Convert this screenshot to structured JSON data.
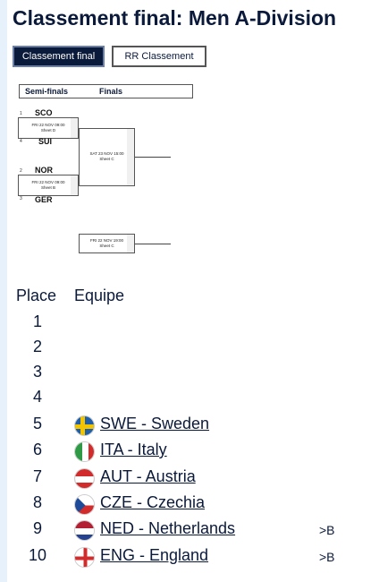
{
  "title": "Classement final: Men A-Division",
  "tabs": [
    {
      "label": "Classement final",
      "active": true
    },
    {
      "label": "RR Classement",
      "active": false
    }
  ],
  "bracket": {
    "header": {
      "semi": "Semi-finals",
      "finals": "Finals"
    },
    "sf1": {
      "seed_top": "1",
      "team_top": "SCO",
      "seed_bottom": "4",
      "team_bottom": "SUI",
      "line1": "FRI 22 NOV 09:00",
      "line2": "Sheet D"
    },
    "sf2": {
      "seed_top": "2",
      "team_top": "NOR",
      "seed_bottom": "3",
      "team_bottom": "GER",
      "line1": "FRI 22 NOV 09:00",
      "line2": "Sheet B"
    },
    "final": {
      "line1": "SAT 23 NOV 15:00",
      "line2": "Sheet C"
    },
    "bronze": {
      "line1": "FRI 22 NOV 19:00",
      "line2": "Sheet C"
    }
  },
  "standings": {
    "place_label": "Place",
    "team_label": "Equipe",
    "rows": [
      {
        "place": "1",
        "team": "",
        "note": ""
      },
      {
        "place": "2",
        "team": "",
        "note": ""
      },
      {
        "place": "3",
        "team": "",
        "note": ""
      },
      {
        "place": "4",
        "team": "",
        "note": ""
      },
      {
        "place": "5",
        "team": "SWE - Sweden",
        "note": "",
        "flag": "sweden-flag-icon"
      },
      {
        "place": "6",
        "team": "ITA - Italy",
        "note": "",
        "flag": "italy-flag-icon"
      },
      {
        "place": "7",
        "team": "AUT - Austria",
        "note": "",
        "flag": "austria-flag-icon"
      },
      {
        "place": "8",
        "team": "CZE - Czechia",
        "note": "",
        "flag": "czechia-flag-icon"
      },
      {
        "place": "9",
        "team": "NED - Netherlands",
        "note": ">B",
        "flag": "netherlands-flag-icon"
      },
      {
        "place": "10",
        "team": "ENG - England",
        "note": ">B",
        "flag": "england-flag-icon"
      }
    ]
  },
  "colors": {
    "title": "#0b1a3a",
    "tab_active_bg": "#0a1a3a",
    "sweden_blue": "#1f5fa8",
    "sweden_yellow": "#f2c500",
    "italy_green": "#2e9a45",
    "italy_red": "#d12b2b",
    "austria_red": "#d12b2b",
    "czech_blue": "#1e4a9a",
    "czech_red": "#d12b2b",
    "ned_red": "#b32034",
    "ned_blue": "#24428f",
    "eng_red": "#d12b2b"
  }
}
